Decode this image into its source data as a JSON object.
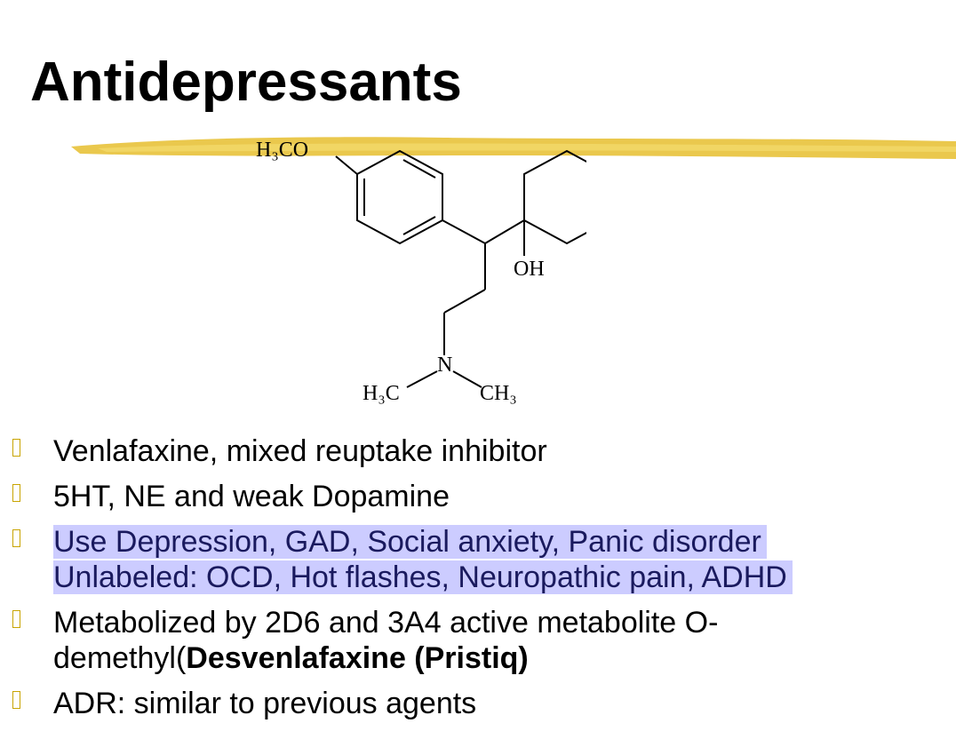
{
  "slide": {
    "title": "Antidepressants",
    "accent_color": "#e8c23a",
    "highlight_color": "#ccccff"
  },
  "molecule": {
    "labels": {
      "methoxy": "H₃CO",
      "hydroxyl": "OH",
      "nitrogen": "N",
      "methyl_left": "H₃C",
      "methyl_right": "CH₃"
    }
  },
  "bullets": [
    {
      "text": "Venlafaxine, mixed reuptake inhibitor"
    },
    {
      "text": "5HT, NE and weak Dopamine"
    },
    {
      "line1": "Use Depression, GAD, Social anxiety, Panic disorder",
      "line2": "Unlabeled: OCD, Hot flashes, Neuropathic pain, ADHD"
    },
    {
      "line1": "Metabolized by 2D6 and 3A4 active metabolite O-",
      "line2_plain": "demethyl(",
      "line2_bold": "Desvenlafaxine (Pristiq)"
    },
    {
      "text": "ADR: similar to previous agents"
    }
  ]
}
